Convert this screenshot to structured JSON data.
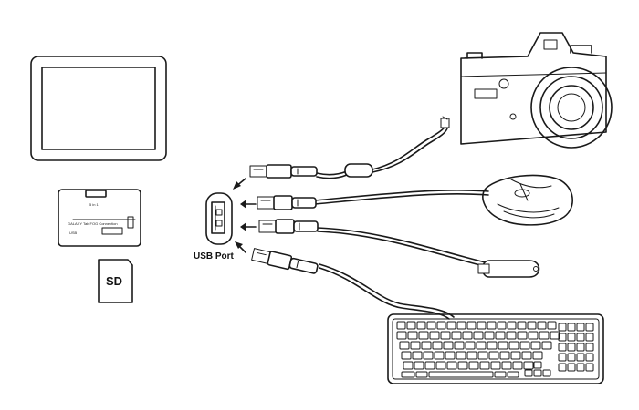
{
  "labels": {
    "usb_port": "USB Port",
    "sd_card": "SD",
    "adapter_usb": "USB",
    "adapter_model": "GALAXY Tab FOG Connection",
    "adapter_top": "5 in 1"
  },
  "icons": [
    "tablet-icon",
    "card-reader-adapter-icon",
    "sd-card-icon",
    "usb-port-icon",
    "camera-icon",
    "mouse-icon",
    "usb-flash-drive-icon",
    "keyboard-icon",
    "usb-plug-icon",
    "arrow-icon"
  ]
}
